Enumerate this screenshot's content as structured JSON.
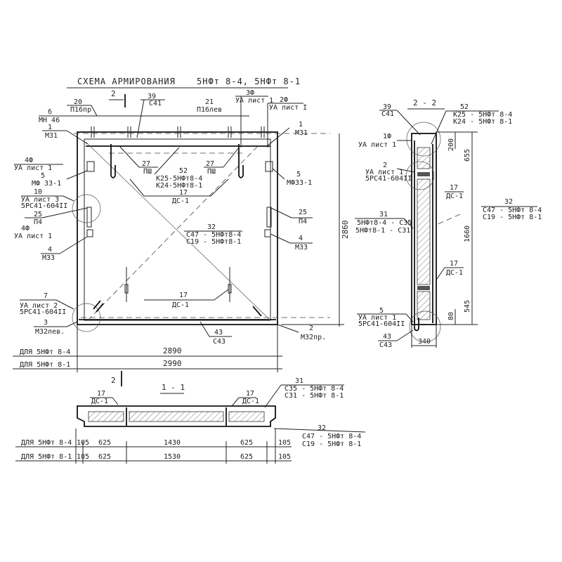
{
  "title": {
    "scheme": "СХЕМА АРМИРОВАНИЯ",
    "marks": "5НФт 8-4, 5НФт 8-1"
  },
  "section_marks": {
    "s2": "2",
    "s2b": "2"
  },
  "plan": {
    "labels": [
      {
        "lines": [
          "20",
          "П16пр"
        ]
      },
      {
        "lines": [
          "39",
          "С41"
        ]
      },
      {
        "lines": [
          "21",
          "П16лев"
        ]
      },
      {
        "lines": [
          "3Ф",
          "УА лист 1"
        ]
      },
      {
        "lines": [
          "2Ф",
          "УА лист I"
        ]
      },
      {
        "lines": [
          "6",
          "МН 46"
        ]
      },
      {
        "lines": [
          "1",
          "М31"
        ]
      },
      {
        "lines": [
          "1",
          "М31"
        ]
      },
      {
        "lines": [
          "4Ф",
          "УА лист 1"
        ]
      },
      {
        "lines": [
          "5",
          "МФ 33-1"
        ]
      },
      {
        "lines": [
          "27",
          "ПШ"
        ]
      },
      {
        "lines": [
          "27",
          "ПШ"
        ]
      },
      {
        "lines": [
          "52",
          "К25-5НФт8-4",
          "К24-5НФт8-1"
        ]
      },
      {
        "lines": [
          "17",
          "ДС-1"
        ]
      },
      {
        "lines": [
          "5",
          "МФ33-1"
        ]
      },
      {
        "lines": [
          "10",
          "УА лист 3",
          "5РС41-604II"
        ]
      },
      {
        "lines": [
          "25",
          "П4"
        ]
      },
      {
        "lines": [
          "4Ф",
          "УА лист 1"
        ]
      },
      {
        "lines": [
          "25",
          "П4"
        ]
      },
      {
        "lines": [
          "32",
          "С47 - 5НФт8-4",
          "С19 - 5НФт8-1"
        ]
      },
      {
        "lines": [
          "4",
          "М33"
        ]
      },
      {
        "lines": [
          "4",
          "М33"
        ]
      },
      {
        "lines": [
          "17",
          "ДС-1"
        ]
      },
      {
        "lines": [
          "7",
          "УА лист 2",
          "5РС41-604II"
        ]
      },
      {
        "lines": [
          "3",
          "М32лев."
        ]
      },
      {
        "lines": [
          "43",
          "С43"
        ]
      },
      {
        "lines": [
          "2",
          "М32пр."
        ]
      }
    ],
    "dims": {
      "height": "2860",
      "row1_label": "ДЛЯ 5НФт 8-4",
      "row1_width": "2890",
      "row2_label": "ДЛЯ 5НФт 8-1",
      "row2_width": "2990"
    }
  },
  "section_1_1": {
    "title": "1 - 1",
    "labels": [
      {
        "lines": [
          "17",
          "ДС-1"
        ]
      },
      {
        "lines": [
          "17",
          "ДС-1"
        ]
      },
      {
        "lines": [
          "31",
          "С35 - 5НФт 8-4",
          "С31 - 5НФт 8-1"
        ]
      },
      {
        "lines": [
          "32",
          "С47 - 5НФт 8-4",
          "С19 - 5НФт 8-1"
        ]
      }
    ],
    "dim_rows": [
      {
        "label": "ДЛЯ 5НФт 8-4",
        "values": [
          "105",
          "625",
          "1430",
          "625",
          "105"
        ]
      },
      {
        "label": "ДЛЯ 5НФт 8-1",
        "values": [
          "105",
          "625",
          "1530",
          "625",
          "105"
        ]
      }
    ]
  },
  "section_2_2": {
    "title": "2 - 2",
    "labels": [
      {
        "lines": [
          "39",
          "С41"
        ]
      },
      {
        "lines": [
          "52",
          "К25 - 5НФт 8-4",
          "К24 - 5НФт 8-1"
        ]
      },
      {
        "lines": [
          "1Ф",
          "УА лист 1"
        ]
      },
      {
        "lines": [
          "2",
          "УА лист 1",
          "5РС41-604II"
        ]
      },
      {
        "lines": [
          "17",
          "ДС-1"
        ]
      },
      {
        "lines": [
          "32",
          "С47 - 5НФт 8-4",
          "С19 - 5НФт 8-1"
        ]
      },
      {
        "lines": [
          "31",
          "5НФт8-4 - С35",
          "5НФт8-1 - С31"
        ]
      },
      {
        "lines": [
          "17",
          "ДС-1"
        ]
      },
      {
        "lines": [
          "5",
          "УА лист 1",
          "5РС41-604II"
        ]
      },
      {
        "lines": [
          "43",
          "С43"
        ]
      }
    ],
    "dims": [
      "200",
      "655",
      "1660",
      "545",
      "80",
      "340"
    ]
  }
}
